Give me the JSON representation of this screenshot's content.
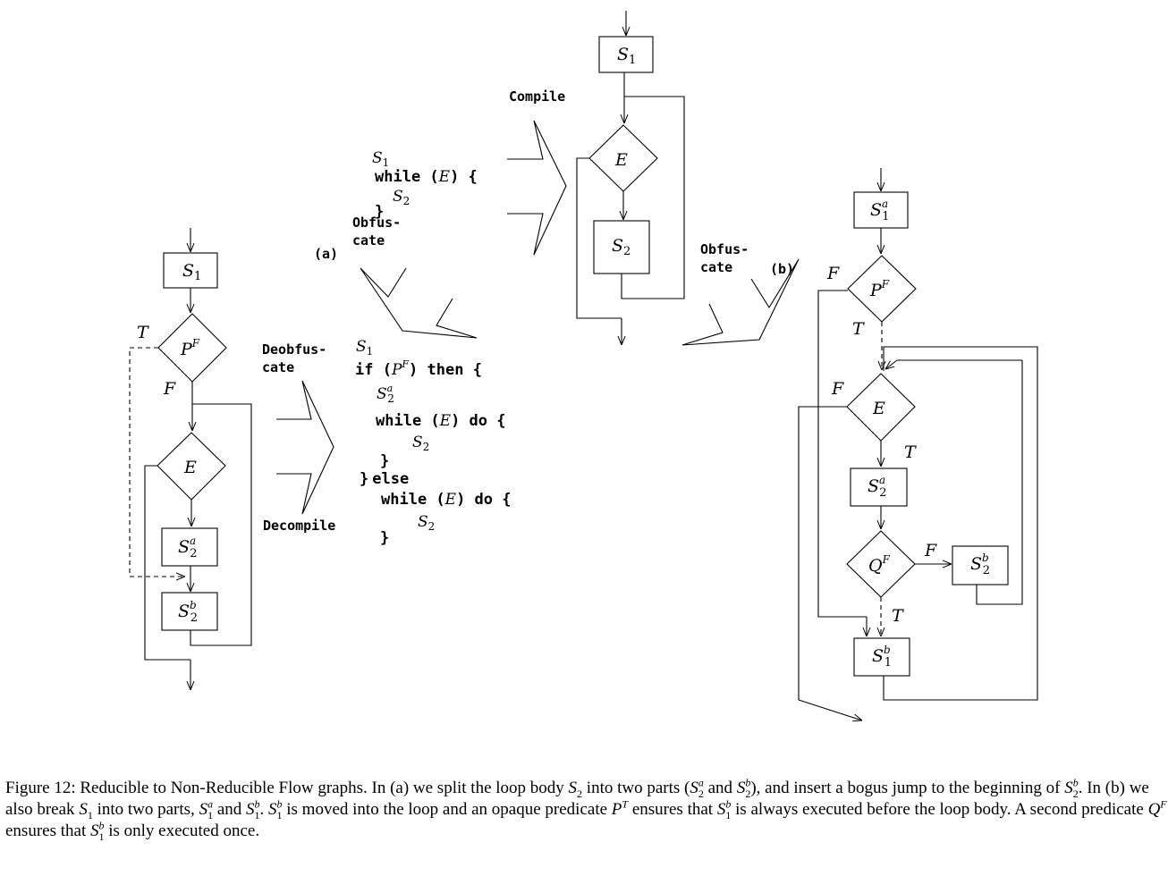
{
  "labels": {
    "compile": "Compile",
    "obfuscate_a": "Obfus-\ncate",
    "mark_a": "(a)",
    "obfuscate_b": "Obfus-\ncate",
    "mark_b": "(b)",
    "deobfuscate": "Deobfus-\ncate",
    "decompile": "Decompile"
  },
  "nodes": {
    "left": {
      "S1": "S",
      "P": "P",
      "E": "E",
      "S2a": "S",
      "S2b": "S",
      "T": "T",
      "F": "F"
    },
    "middle": {
      "S1": "S",
      "E": "E",
      "S2": "S"
    },
    "right": {
      "S1a": "S",
      "P": "P",
      "E": "E",
      "S2a": "S",
      "Q": "Q",
      "S2b": "S",
      "S1b": "S",
      "F1": "F",
      "T1": "T",
      "F2": "F",
      "T2": "T",
      "F3": "F",
      "T3": "T"
    }
  },
  "code_top": {
    "l1": "S",
    "l2a": "while (",
    "l2b": "E",
    "l2c": ") {",
    "l3": "S",
    "l4": "}"
  },
  "code_mid": {
    "l1": "S",
    "l2a": "if (",
    "l2b": "P",
    "l2c": ") then {",
    "l3": "S",
    "l4a": "while (",
    "l4b": "E",
    "l4c": ") do {",
    "l5": "S",
    "l6": "}",
    "l7a": "}",
    "l7b": "else",
    "l8a": "while (",
    "l8b": "E",
    "l8c": ") do {",
    "l9": "S",
    "l10": "}"
  },
  "caption": {
    "p1": "Figure 12: Reducible to Non-Reducible Flow graphs. In (a) we split the loop body ",
    "p2": " into two parts (",
    "p3": " and ",
    "p4": "), and insert a bogus jump to the beginning of ",
    "p5": ". In (b) we also break ",
    "p6": " into two parts, ",
    "p7": " and ",
    "p8": ". ",
    "p9": " is moved into the loop and an opaque predicate ",
    "p10": " ensures that ",
    "p11": " is always executed before the loop body. A second predicate ",
    "p12": " ensures that ",
    "p13": " is only executed once."
  }
}
